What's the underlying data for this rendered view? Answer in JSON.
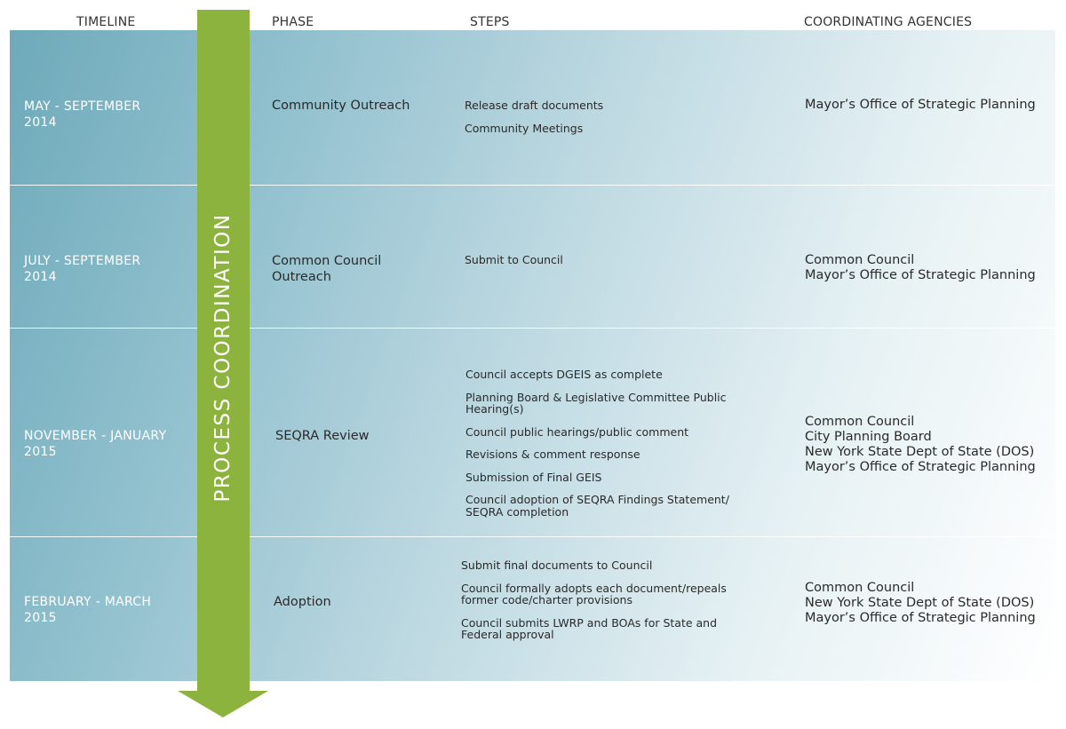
{
  "headers": {
    "timeline": "TIMELINE",
    "phase": "PHASE",
    "steps": "STEPS",
    "agencies": "COORDINATING AGENCIES"
  },
  "arrow": {
    "label": "PROCESS COORDINATION",
    "color": "#8db33f"
  },
  "colors": {
    "board_left": "#6eaaba",
    "board_right": "#ffffff"
  },
  "rows": [
    {
      "timeline": [
        "MAY - SEPTEMBER",
        "2014"
      ],
      "phase": "Community Outreach",
      "steps": [
        "Release draft documents",
        "Community Meetings"
      ],
      "agencies": [
        "Mayor’s Office of Strategic Planning"
      ]
    },
    {
      "timeline": [
        "JULY - SEPTEMBER",
        "2014"
      ],
      "phase": "Common Council Outreach",
      "steps": [
        "Submit to Council"
      ],
      "agencies": [
        "Common Council",
        "Mayor’s Office of Strategic Planning"
      ]
    },
    {
      "timeline": [
        "NOVEMBER - JANUARY",
        "2015"
      ],
      "phase": "SEQRA Review",
      "steps": [
        "Council accepts DGEIS as complete",
        "Planning Board & Legislative Committee Public Hearing(s)",
        "Council public hearings/public comment",
        "Revisions & comment response",
        "Submission of Final GEIS",
        "Council adoption of SEQRA Findings Statement/ SEQRA completion"
      ],
      "agencies": [
        "Common Council",
        "City Planning Board",
        "New York State Dept of State (DOS)",
        "Mayor’s Office of Strategic Planning"
      ]
    },
    {
      "timeline": [
        "FEBRUARY - MARCH",
        "2015"
      ],
      "phase": "Adoption",
      "steps": [
        "Submit final documents to Council",
        "Council formally adopts each document/repeals former code/charter provisions",
        "Council submits LWRP and BOAs for State and Federal approval"
      ],
      "agencies": [
        "Common Council",
        "New York State Dept of State (DOS)",
        "Mayor’s Office of Strategic Planning"
      ]
    }
  ]
}
